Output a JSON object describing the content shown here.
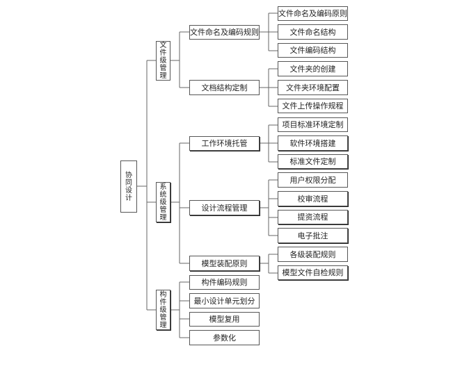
{
  "root": {
    "label": "协同设计"
  },
  "level1": [
    {
      "label": "文件级管理"
    },
    {
      "label": "系统级管理"
    },
    {
      "label": "构件级管理"
    }
  ],
  "level2": [
    {
      "label": "文件命名及编码规则"
    },
    {
      "label": "文档结构定制"
    },
    {
      "label": "工作环境托管"
    },
    {
      "label": "设计流程管理"
    },
    {
      "label": "模型装配原则"
    },
    {
      "label": "构件编码规则"
    },
    {
      "label": "最小设计单元划分"
    },
    {
      "label": "模型复用"
    },
    {
      "label": "参数化"
    }
  ],
  "level3": [
    {
      "label": "文件命名及编码原则"
    },
    {
      "label": "文件命名结构"
    },
    {
      "label": "文件编码结构"
    },
    {
      "label": "文件夹的创建"
    },
    {
      "label": "文件夹环境配置"
    },
    {
      "label": "文件上传操作规程"
    },
    {
      "label": "项目标准环境定制"
    },
    {
      "label": "软件环境搭建"
    },
    {
      "label": "标准文件定制"
    },
    {
      "label": "用户权限分配"
    },
    {
      "label": "校审流程"
    },
    {
      "label": "提资流程"
    },
    {
      "label": "电子批注"
    },
    {
      "label": "各级装配规则"
    },
    {
      "label": "模型文件自检规则"
    }
  ]
}
